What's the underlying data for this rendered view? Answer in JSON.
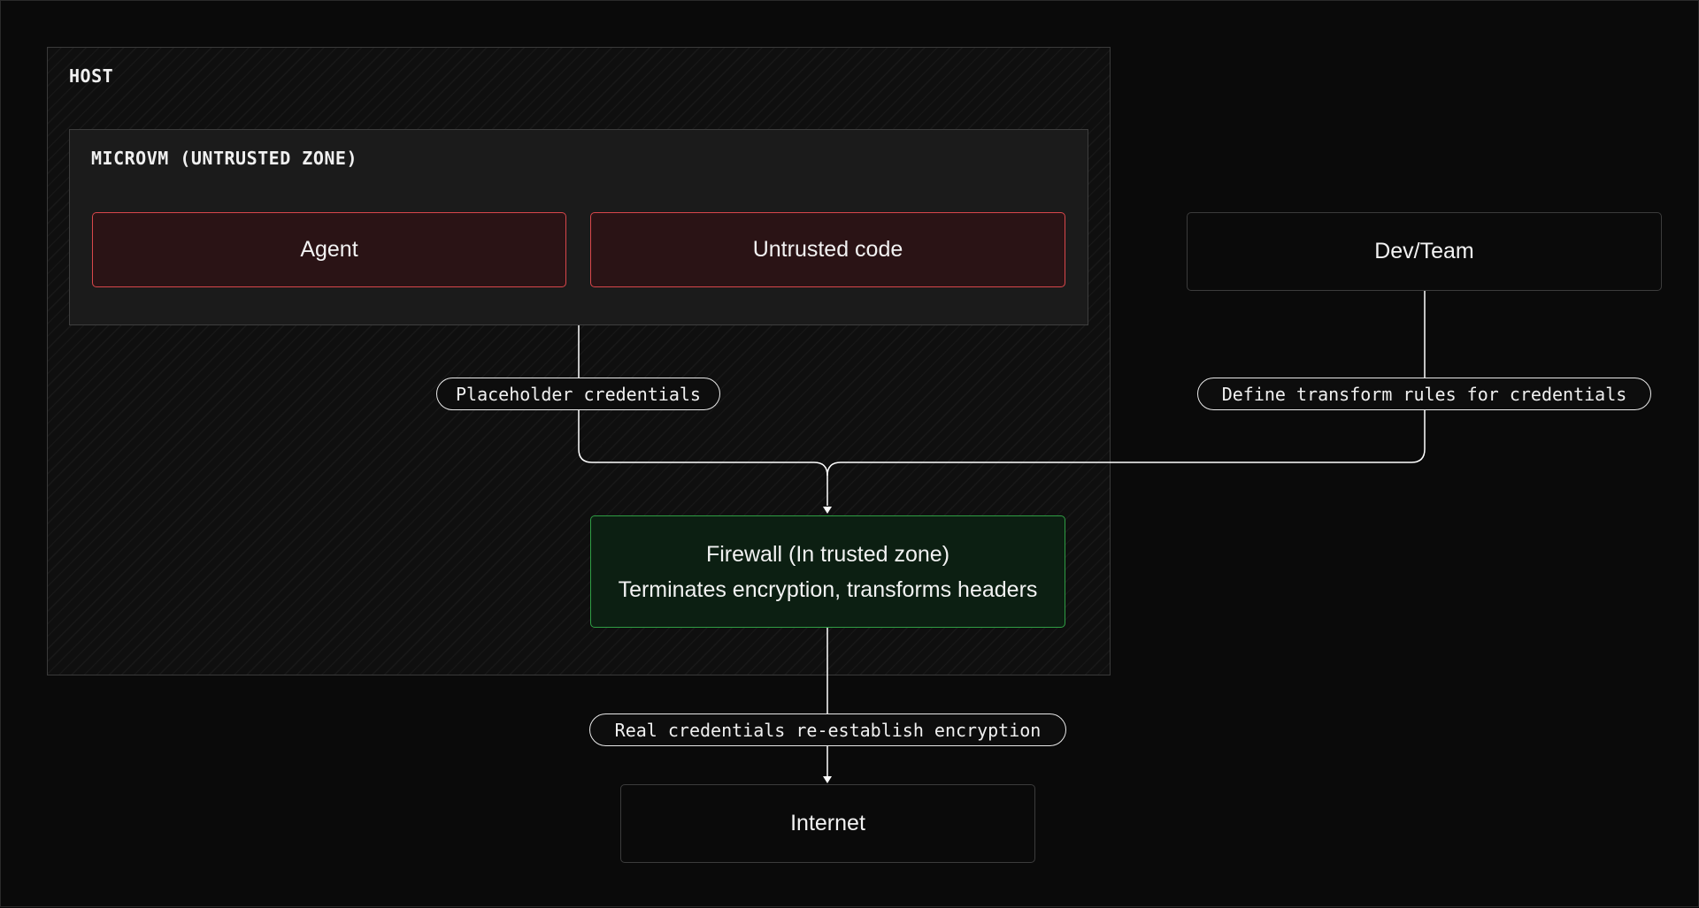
{
  "host": {
    "title": "HOST"
  },
  "microvm": {
    "title": "MICROVM (UNTRUSTED ZONE)"
  },
  "nodes": {
    "agent": "Agent",
    "untrusted_code": "Untrusted code",
    "dev_team": "Dev/Team",
    "firewall_line1": "Firewall (In trusted zone)",
    "firewall_line2": "Terminates encryption, transforms headers",
    "internet": "Internet"
  },
  "edges": {
    "placeholder": "Placeholder credentials",
    "transform_rules": "Define transform rules for credentials",
    "real_credentials": "Real credentials re-establish encryption"
  },
  "colors": {
    "background": "#0a0a0a",
    "untrusted_border": "#d9474b",
    "trusted_border": "#2f9e44",
    "connector": "#ffffff"
  }
}
